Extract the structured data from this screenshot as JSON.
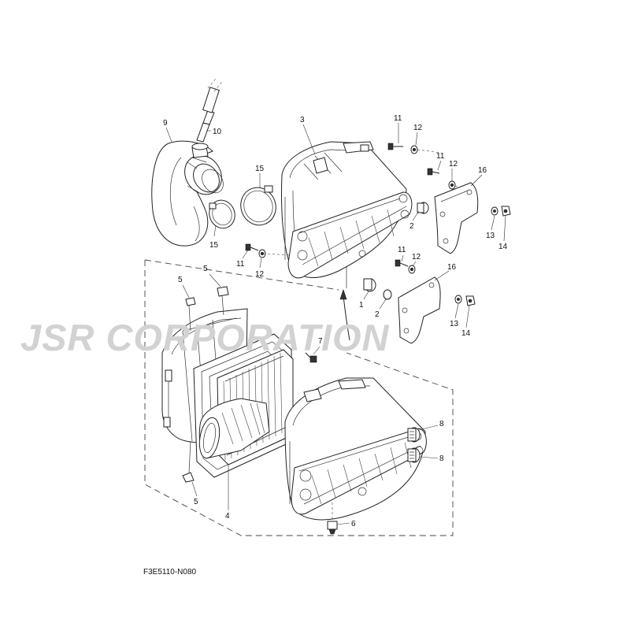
{
  "diagram": {
    "drawing_number": "F3E5110-N080",
    "watermark_text": "JSR CORPORATION",
    "callouts": [
      {
        "id": "c9",
        "label": "9"
      },
      {
        "id": "c10",
        "label": "10"
      },
      {
        "id": "c3",
        "label": "3"
      },
      {
        "id": "c15a",
        "label": "15"
      },
      {
        "id": "c15b",
        "label": "15"
      },
      {
        "id": "c11a",
        "label": "11"
      },
      {
        "id": "c12a",
        "label": "12"
      },
      {
        "id": "c11b",
        "label": "11"
      },
      {
        "id": "c12b",
        "label": "12"
      },
      {
        "id": "c16a",
        "label": "16"
      },
      {
        "id": "c2a",
        "label": "2"
      },
      {
        "id": "c13a",
        "label": "13"
      },
      {
        "id": "c14a",
        "label": "14"
      },
      {
        "id": "c11c",
        "label": "11"
      },
      {
        "id": "c12c",
        "label": "12"
      },
      {
        "id": "c11d",
        "label": "11"
      },
      {
        "id": "c12d",
        "label": "12"
      },
      {
        "id": "c16b",
        "label": "16"
      },
      {
        "id": "c1",
        "label": "1"
      },
      {
        "id": "c2b",
        "label": "2"
      },
      {
        "id": "c13b",
        "label": "13"
      },
      {
        "id": "c14b",
        "label": "14"
      },
      {
        "id": "c5a",
        "label": "5"
      },
      {
        "id": "c5b",
        "label": "5"
      },
      {
        "id": "c7",
        "label": "7"
      },
      {
        "id": "c8a",
        "label": "8"
      },
      {
        "id": "c8b",
        "label": "8"
      },
      {
        "id": "c5c",
        "label": "5"
      },
      {
        "id": "c4",
        "label": "4"
      },
      {
        "id": "c6",
        "label": "6"
      }
    ]
  }
}
